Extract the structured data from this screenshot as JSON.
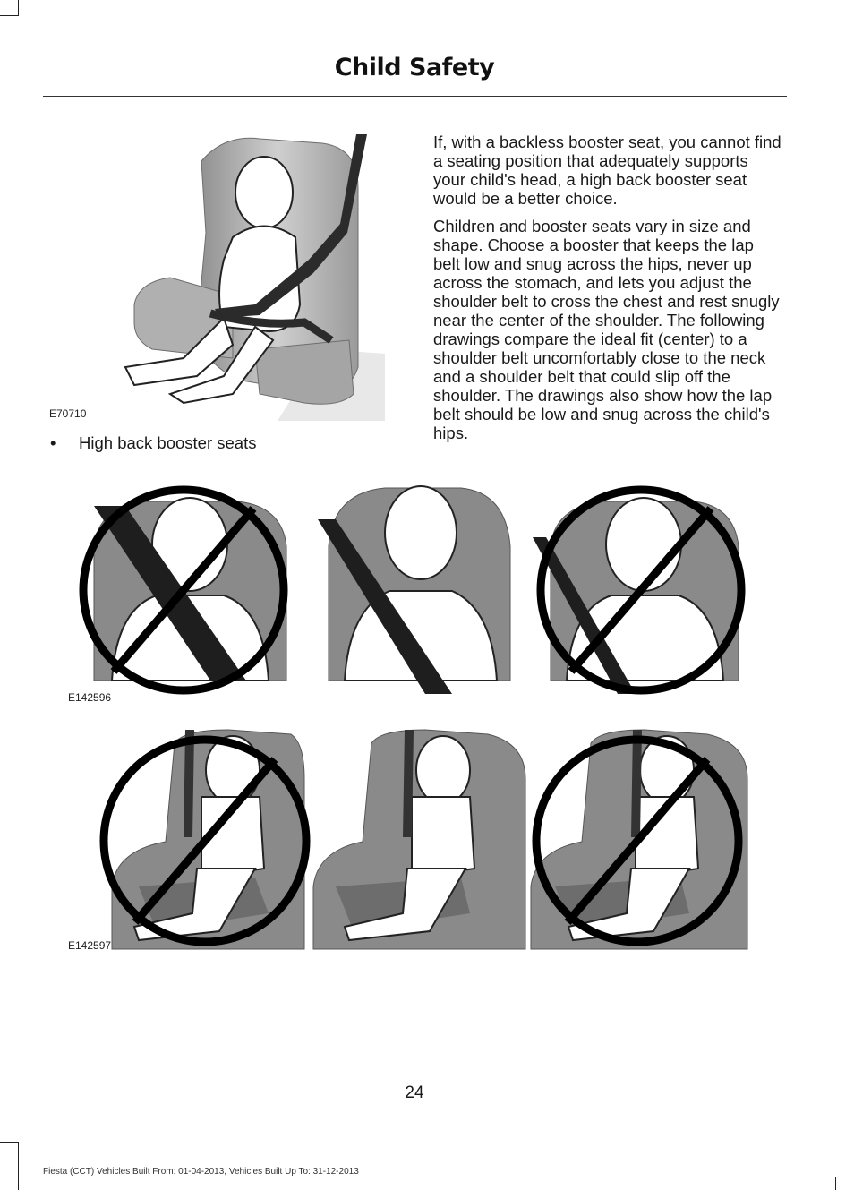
{
  "page": {
    "title": "Child Safety",
    "page_number": "24",
    "footer": "Fiesta (CCT) Vehicles Built From: 01-04-2013, Vehicles Built Up To: 31-12-2013"
  },
  "figures": {
    "booster_code": "E70710",
    "shoulder_code": "E142596",
    "lap_code": "E142597"
  },
  "bullet": {
    "text": "High back booster seats"
  },
  "body": {
    "p1": "If, with a backless booster seat, you cannot find a seating position that adequately supports your child's head, a high back booster seat would be a better choice.",
    "p2": "Children and booster seats vary in size and shape. Choose a booster that keeps the lap belt low and snug across the hips, never up across the stomach, and lets you adjust the shoulder belt to cross the chest and rest snugly near the center of the shoulder. The following drawings compare the ideal fit (center) to a shoulder belt uncomfortably close to the neck and a shoulder belt that could slip off the shoulder. The drawings also show how the lap belt should be low and snug across the child's hips."
  }
}
